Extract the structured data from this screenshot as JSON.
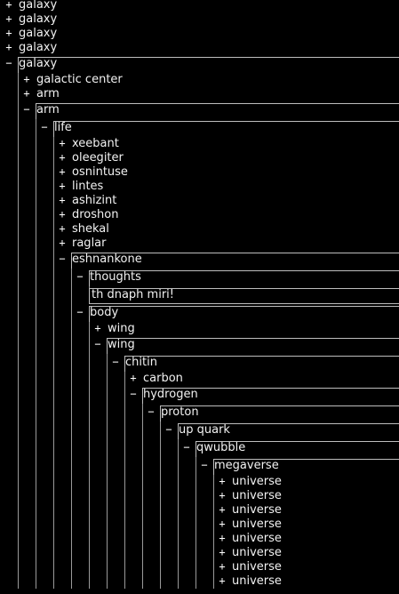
{
  "tree": [
    {
      "label": "galaxy",
      "state": "collapsed",
      "depth": 0
    },
    {
      "label": "galaxy",
      "state": "collapsed",
      "depth": 0
    },
    {
      "label": "galaxy",
      "state": "collapsed",
      "depth": 0
    },
    {
      "label": "galaxy",
      "state": "collapsed",
      "depth": 0
    },
    {
      "label": "galaxy",
      "state": "expanded",
      "depth": 0
    },
    {
      "label": "galactic center",
      "state": "collapsed",
      "depth": 1
    },
    {
      "label": "arm",
      "state": "collapsed",
      "depth": 1
    },
    {
      "label": "arm",
      "state": "expanded",
      "depth": 1
    },
    {
      "label": "life",
      "state": "expanded",
      "depth": 2
    },
    {
      "label": "xeebant",
      "state": "collapsed",
      "depth": 3
    },
    {
      "label": "oleegiter",
      "state": "collapsed",
      "depth": 3
    },
    {
      "label": "osnintuse",
      "state": "collapsed",
      "depth": 3
    },
    {
      "label": "lintes",
      "state": "collapsed",
      "depth": 3
    },
    {
      "label": "ashizint",
      "state": "collapsed",
      "depth": 3
    },
    {
      "label": "droshon",
      "state": "collapsed",
      "depth": 3
    },
    {
      "label": "shekal",
      "state": "collapsed",
      "depth": 3
    },
    {
      "label": "raglar",
      "state": "collapsed",
      "depth": 3
    },
    {
      "label": "eshnankone",
      "state": "expanded",
      "depth": 3
    },
    {
      "label": "thoughts",
      "state": "expanded",
      "depth": 4
    },
    {
      "label": "th dnaph miri!",
      "state": "leaf",
      "depth": 5
    },
    {
      "label": "body",
      "state": "expanded",
      "depth": 4
    },
    {
      "label": "wing",
      "state": "collapsed",
      "depth": 5
    },
    {
      "label": "wing",
      "state": "expanded",
      "depth": 5
    },
    {
      "label": "chitin",
      "state": "expanded",
      "depth": 6
    },
    {
      "label": "carbon",
      "state": "collapsed",
      "depth": 7
    },
    {
      "label": "hydrogen",
      "state": "expanded",
      "depth": 7
    },
    {
      "label": "proton",
      "state": "expanded",
      "depth": 8
    },
    {
      "label": "up quark",
      "state": "expanded",
      "depth": 9
    },
    {
      "label": "qwubble",
      "state": "expanded",
      "depth": 10
    },
    {
      "label": "megaverse",
      "state": "expanded",
      "depth": 11
    },
    {
      "label": "universe",
      "state": "collapsed",
      "depth": 12
    },
    {
      "label": "universe",
      "state": "collapsed",
      "depth": 12
    },
    {
      "label": "universe",
      "state": "collapsed",
      "depth": 12
    },
    {
      "label": "universe",
      "state": "collapsed",
      "depth": 12
    },
    {
      "label": "universe",
      "state": "collapsed",
      "depth": 12
    },
    {
      "label": "universe",
      "state": "collapsed",
      "depth": 12
    },
    {
      "label": "universe",
      "state": "collapsed",
      "depth": 12
    },
    {
      "label": "universe",
      "state": "collapsed",
      "depth": 12
    }
  ],
  "glyphs": {
    "collapsed": "+",
    "expanded": "−"
  },
  "colors": {
    "background": "#000000",
    "text": "#f2f2f2",
    "guide": "#9a9a9a"
  }
}
